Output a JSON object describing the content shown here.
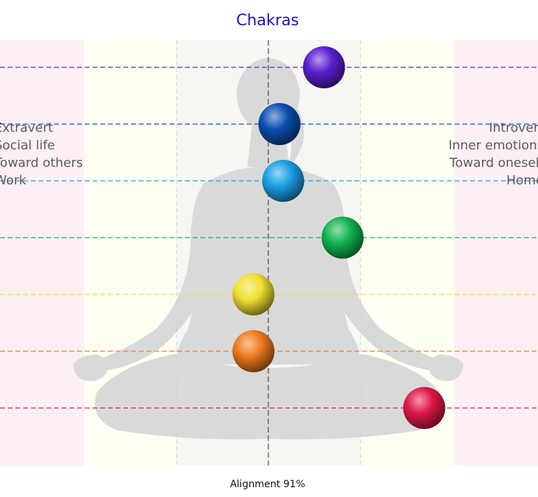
{
  "chart_data": {
    "type": "scatter",
    "title": "Chakras",
    "footer": "Alignment 91%",
    "left_labels": [
      "Extravert",
      "Social life",
      "Toward others",
      "Work"
    ],
    "right_labels": [
      "Introvert",
      "Inner emotions",
      "Toward oneself",
      "Home"
    ],
    "xlim": [
      -100,
      100
    ],
    "chakras": [
      {
        "x": 15,
        "color": "#5a1fd0"
      },
      {
        "x": 3,
        "color": "#0a4fb0"
      },
      {
        "x": 4,
        "color": "#1aa0e6"
      },
      {
        "x": 20,
        "color": "#10b450"
      },
      {
        "x": -4,
        "color": "#f0e030"
      },
      {
        "x": -4,
        "color": "#ee7a1e"
      },
      {
        "x": 42,
        "color": "#e01848"
      }
    ],
    "colors": {
      "outer_band": "#fdf0f5",
      "middle_band": "#fefef2",
      "inner_band": "#f6f7f2",
      "silhouette": "#d9d9d9",
      "center_line": "#444444",
      "grid_line": "#cfcfcf"
    }
  }
}
